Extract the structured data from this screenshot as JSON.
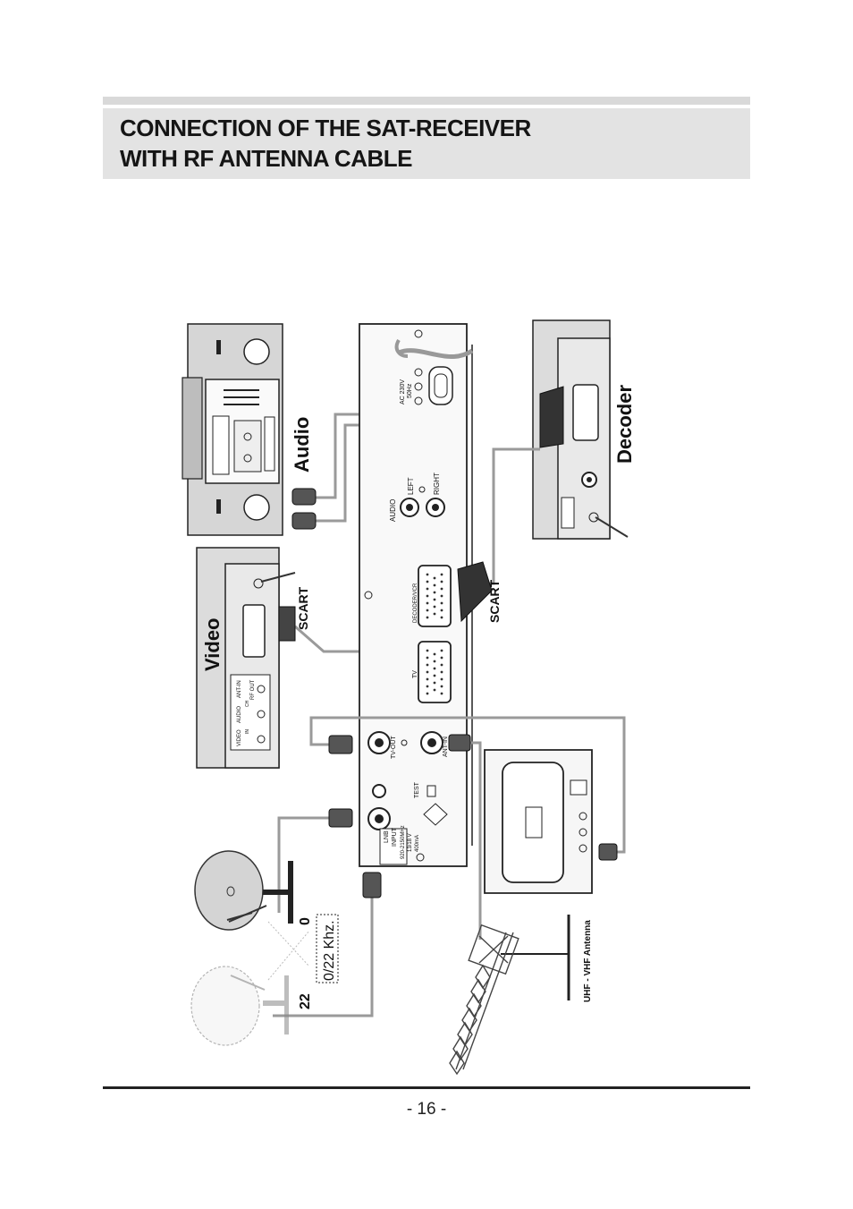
{
  "header": {
    "title_line1": "CONNECTION OF THE SAT-RECEIVER",
    "title_line2": "WITH RF ANTENNA CABLE"
  },
  "diagram": {
    "devices": {
      "audio": "Audio",
      "video": "Video",
      "decoder": "Decoder",
      "antenna": "UHF - VHF Antenna"
    },
    "labels": {
      "scart_left": "SCART",
      "scart_right": "SCART",
      "khz": "0/22 Khz.",
      "dish_zero": "0",
      "dish_22": "22"
    },
    "receiver": {
      "ac": "AC 230V",
      "hz": "50Hz",
      "audio": "AUDIO",
      "left": "LEFT",
      "right": "RIGHT",
      "decoder_port": "DECODER/VCR",
      "tv_port": "TV",
      "tv_out": "TV-OUT",
      "ant_in": "ANT-IN",
      "test": "TEST",
      "lnb1": "LNB",
      "lnb2": "INPUT",
      "lnb3": "920-2150MHz",
      "lnb4": "13/18 V",
      "lnb5": "400mA"
    },
    "vcr": {
      "video": "VIDEO",
      "audio": "AUDIO",
      "ant_in": "ANT-IN",
      "rf_out": "RF OUT",
      "ch": "CH",
      "in": "IN"
    }
  },
  "footer": {
    "page_number": "- 16 -"
  }
}
